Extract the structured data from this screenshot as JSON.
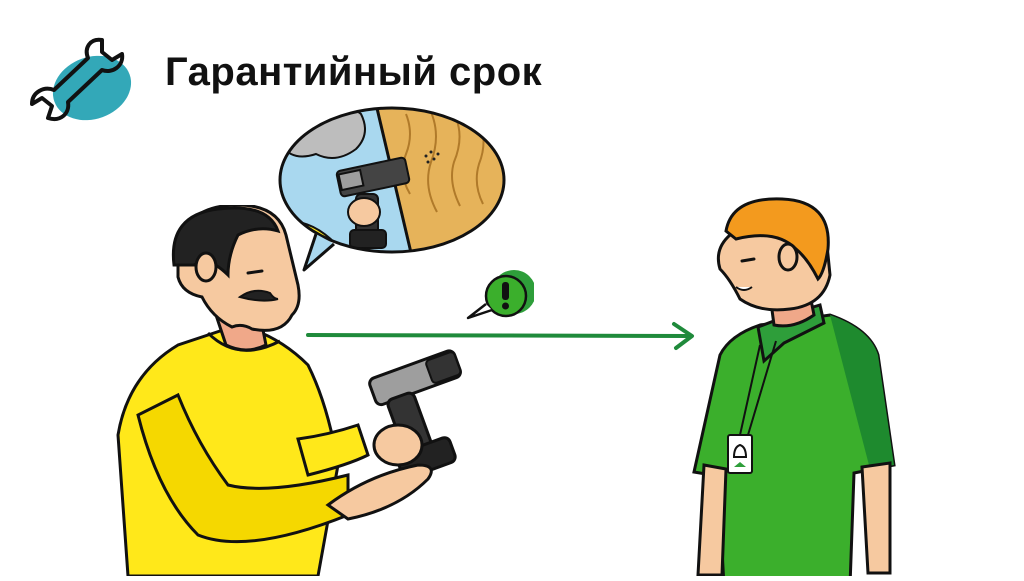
{
  "header": {
    "title": "Гарантийный срок",
    "icon": "wrench-icon"
  },
  "colors": {
    "wrench_bg": "#33A8B8",
    "accent_green": "#2E9E3A",
    "arrow_green": "#1F8A3B",
    "shirt_green": "#3BAF2C",
    "shirt_green_dark": "#1E8A2E",
    "sweater_yellow": "#FFE81A",
    "skin": "#F6C9A0",
    "hair_orange": "#F39A1E",
    "hair_dark": "#222222",
    "sky_blue": "#A9D8EF",
    "wood": "#E6B35A"
  },
  "scene": {
    "customer": {
      "label": "customer-with-drill",
      "shirt": "yellow sweater"
    },
    "thought_bubble": {
      "content": "drill-boring-into-wood"
    },
    "exclamation_bubble": {
      "glyph": "!"
    },
    "arrow": {
      "direction": "right"
    },
    "staff": {
      "label": "store-employee",
      "badge": "id-badge"
    }
  }
}
